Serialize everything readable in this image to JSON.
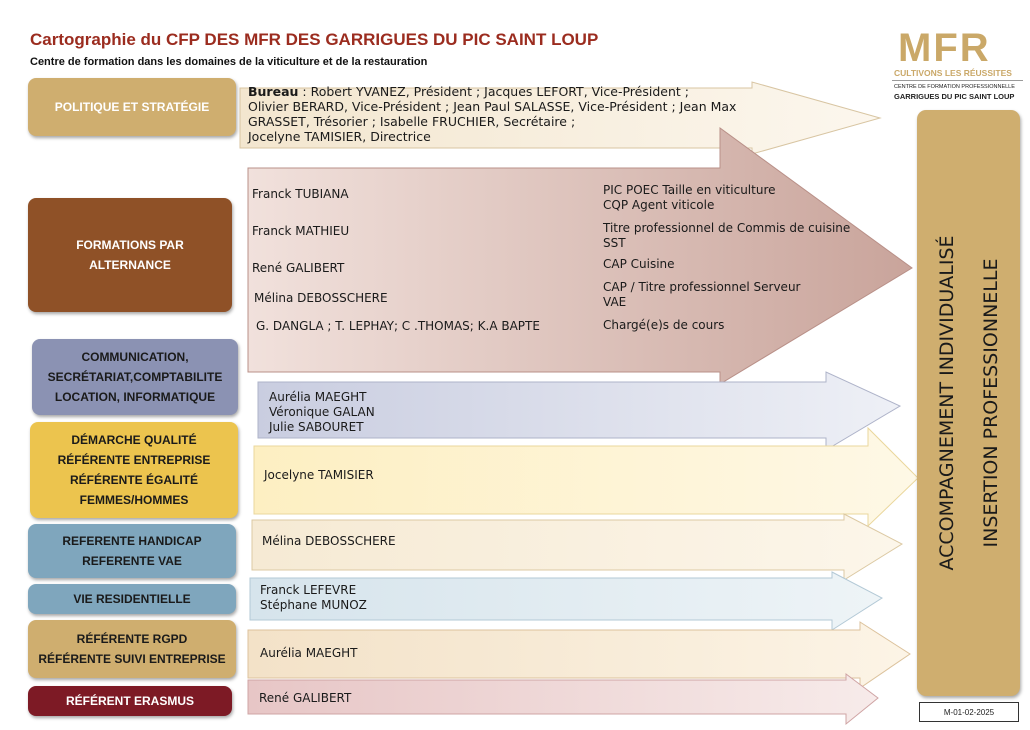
{
  "header": {
    "title": "Cartographie du CFP DES MFR DES GARRIGUES DU PIC SAINT LOUP",
    "subtitle": "Centre de formation dans les domaines de la viticulture et de la restauration"
  },
  "logo": {
    "mark": "MFR",
    "tagline": "CULTIVONS LES RÉUSSITES",
    "centre_line1": "CENTRE DE FORMATION PROFESSIONNELLE",
    "centre_line2": "GARRIGUES DU PIC SAINT LOUP"
  },
  "boxes": [
    {
      "lines": [
        "POLITIQUE ET STRATÉGIE"
      ],
      "color": "#cfae6f"
    },
    {
      "lines": [
        "FORMATIONS PAR",
        "ALTERNANCE"
      ],
      "color": "#8f5127"
    },
    {
      "lines": [
        "COMMUNICATION,",
        "SECRÉTARIAT,COMPTABILITE",
        "LOCATION, INFORMATIQUE"
      ],
      "color": "#8b92b3"
    },
    {
      "lines": [
        "DÉMARCHE QUALITÉ",
        "RÉFÉRENTE ENTREPRISE",
        "RÉFÉRENTE ÉGALITÉ",
        "FEMMES/HOMMES"
      ],
      "color": "#ecc44e"
    },
    {
      "lines": [
        "REFERENTE HANDICAP",
        "REFERENTE VAE"
      ],
      "color": "#7fa6bd"
    },
    {
      "lines": [
        "VIE RESIDENTIELLE"
      ],
      "color": "#7fa6bd"
    },
    {
      "lines": [
        "RÉFÉRENTE RGPD",
        "RÉFÉRENTE SUIVI ENTREPRISE"
      ],
      "color": "#cfae6f"
    },
    {
      "lines": [
        "RÉFÉRENT ERASMUS"
      ],
      "color": "#7d1a25"
    }
  ],
  "bureau": {
    "label": "Bureau",
    "lines": [
      " : Robert YVANEZ, Président ; Jacques LEFORT, Vice-Président ;",
      "Olivier BERARD, Vice-Président ; Jean Paul SALASSE, Vice-Président ; Jean Max",
      "GRASSET, Trésorier ; Isabelle FRUCHIER, Secrétaire ;",
      "Jocelyne TAMISIER, Directrice"
    ]
  },
  "formations": {
    "people": [
      "Franck TUBIANA",
      "Franck MATHIEU",
      "René GALIBERT",
      "Mélina DEBOSSCHERE",
      "G. DANGLA ; T. LEPHAY; C .THOMAS; K.A BAPTE"
    ],
    "courses": [
      [
        "PIC POEC Taille en viticulture",
        "CQP Agent viticole"
      ],
      [
        "Titre professionnel de Commis de cuisine",
        "SST"
      ],
      [
        "CAP Cuisine"
      ],
      [
        "CAP / Titre professionnel Serveur",
        "VAE"
      ],
      [
        "Chargé(e)s de cours"
      ]
    ]
  },
  "arrow_texts": [
    [
      "Aurélia MAEGHT",
      "Véronique GALAN",
      "Julie SABOURET"
    ],
    [
      "Jocelyne TAMISIER"
    ],
    [
      "Mélina DEBOSSCHERE"
    ],
    [
      "Franck LEFEVRE",
      "Stéphane MUNOZ"
    ],
    [
      "Aurélia MAEGHT"
    ],
    [
      "René GALIBERT"
    ]
  ],
  "side_panel": {
    "line1": "ACCOMPAGNEMENT INDIVIDUALISÉ",
    "line2": "INSERTION PROFESSIONNELLE"
  },
  "doc_code": "M-01-02-2025"
}
